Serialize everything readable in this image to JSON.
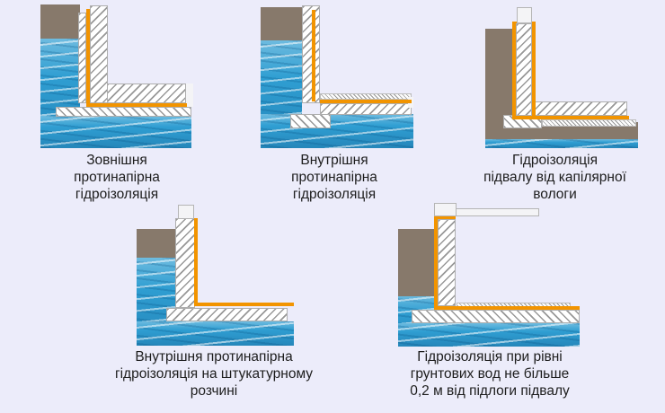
{
  "figures": [
    {
      "caption": "Зовнішня\nпротинапірна\nгідроізоляція"
    },
    {
      "caption": "Внутрішня\nпротинапірна\nгідроізоляція"
    },
    {
      "caption": "Гідроізоляція\nпідвалу від капілярної\nвологи"
    },
    {
      "caption": "Внутрішня протинапірна\nгідроізоляція на штукатурному\nрозчині"
    },
    {
      "caption": "Гідроізоляція при рівні\nгрунтових вод не більше\n0,2 м від підлоги підвалу"
    }
  ],
  "colors": {
    "background": "#ececfa",
    "water": "#2f9ed2",
    "soil": "#87796b",
    "waterproofing_orange": "#f29400",
    "hatch_line": "#989898"
  }
}
